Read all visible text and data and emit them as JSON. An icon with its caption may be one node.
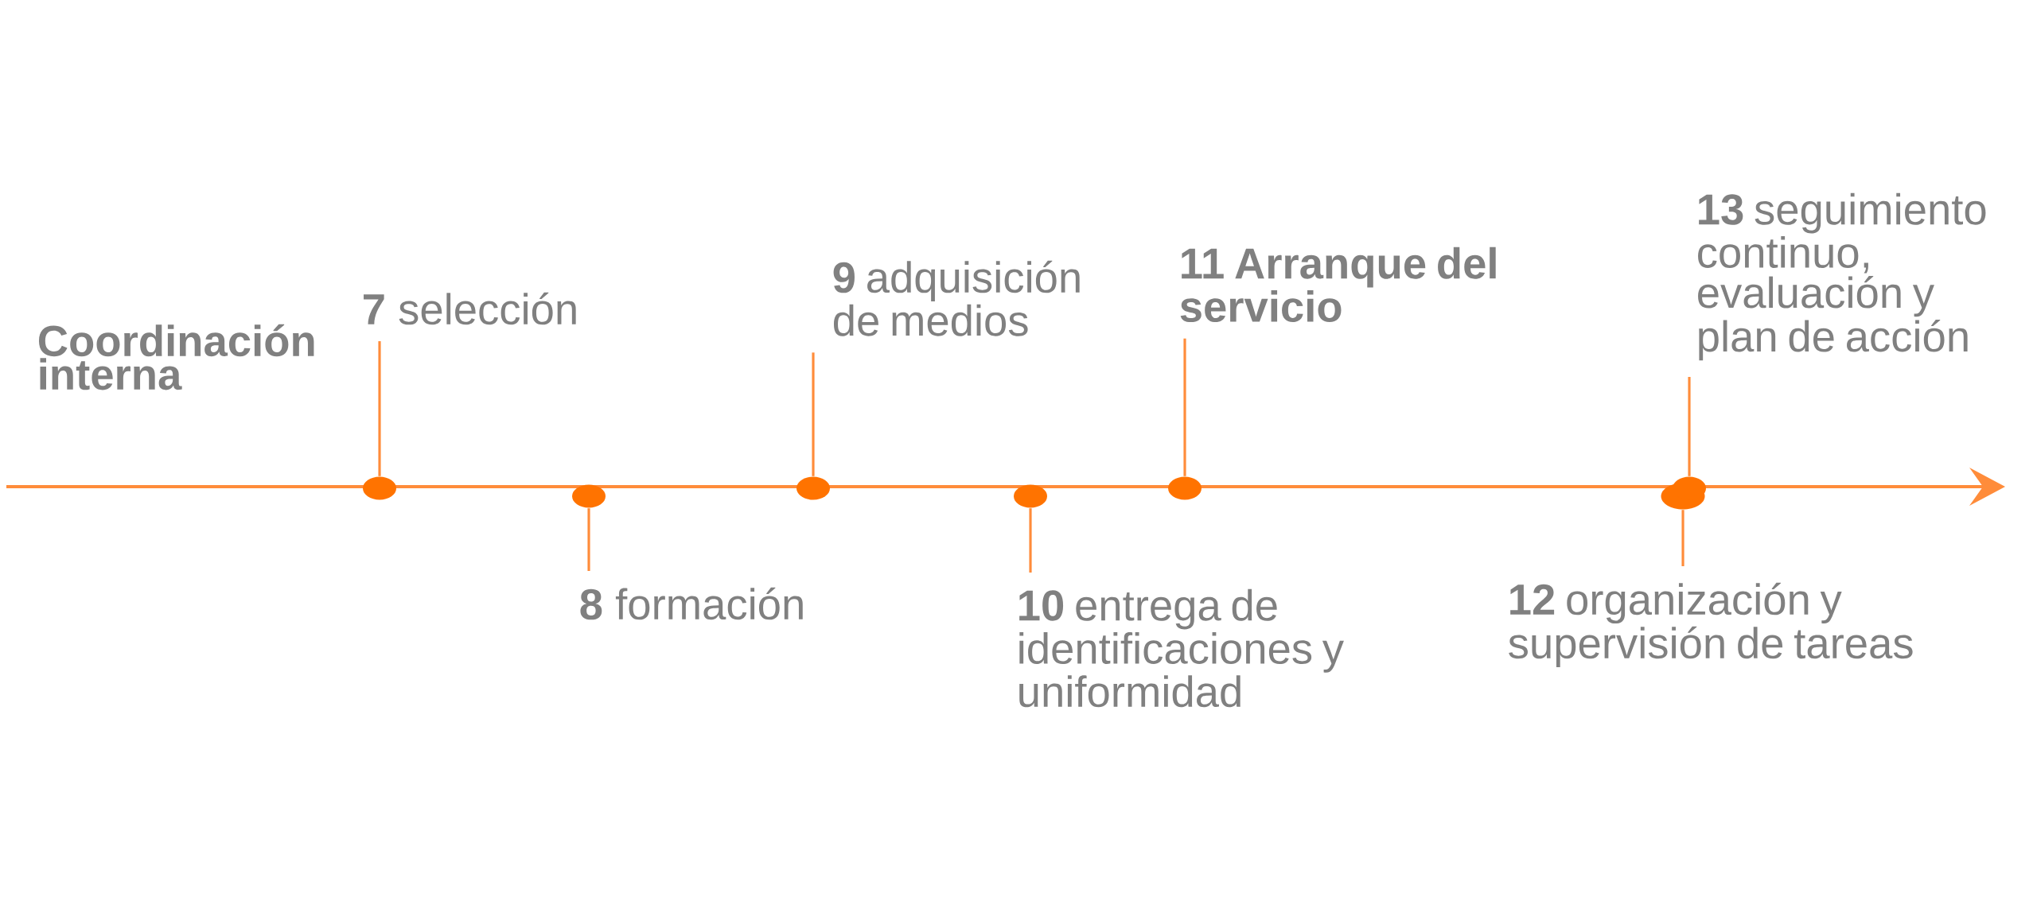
{
  "diagram": {
    "nodes": [
      {
        "text": [
          "**7** selección"
        ]
      },
      {
        "text": [
          "**8** formación"
        ]
      },
      {
        "text": [
          "**9** adquisición de medios"
        ]
      },
      {
        "text": [
          "**10** entrega de identificaciones  y uniformidad"
        ]
      },
      {
        "text": [
          "11 Arranque del servicio"
        ]
      },
      {
        "text": [
          "**12** organización y supervisión de tareas"
        ]
      },
      {
        "text": [
          "**13** seguimiento continuo, evaluación y plan de acción"
        ]
      },
      {
        "text": [],
        "shape": "circle"
      },
      {
        "text": [],
        "shape": "circle"
      },
      {
        "text": [],
        "shape": "circle"
      },
      {
        "text": [],
        "shape": "circle"
      },
      {
        "text": [],
        "shape": "circle"
      },
      {
        "text": [],
        "shape": "circle"
      },
      {
        "text": [],
        "shape": "circle"
      }
    ],
    "edges": [
      {
        "from": 0,
        "to": 7,
        "arrow": "none"
      },
      {
        "from": 1,
        "to": 8,
        "arrow": "none"
      },
      {
        "from": 2,
        "to": 9,
        "arrow": "none"
      },
      {
        "from": 3,
        "to": 10,
        "arrow": "none"
      },
      {
        "from": 4,
        "to": 11,
        "arrow": "none"
      },
      {
        "from": 5,
        "to": 12,
        "arrow": "none"
      },
      {
        "from": 6,
        "to": 13,
        "arrow": "none"
      }
    ],
    "labels": [
      "Coordinación interna"
    ]
  }
}
